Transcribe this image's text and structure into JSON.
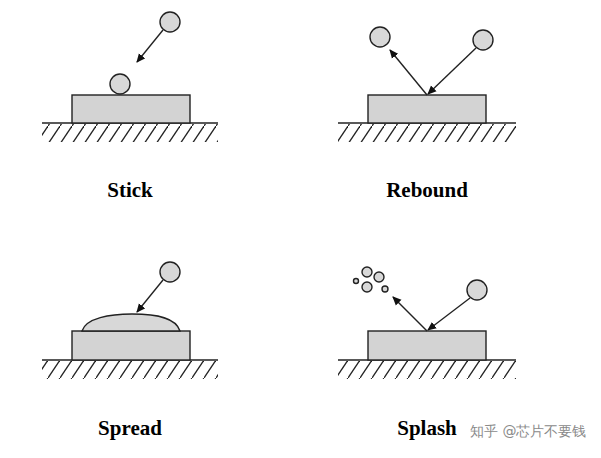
{
  "diagram": {
    "labels": [
      "Stick",
      "Rebound",
      "Spread",
      "Splash",
      "知乎 @芯片不要钱"
    ]
  }
}
